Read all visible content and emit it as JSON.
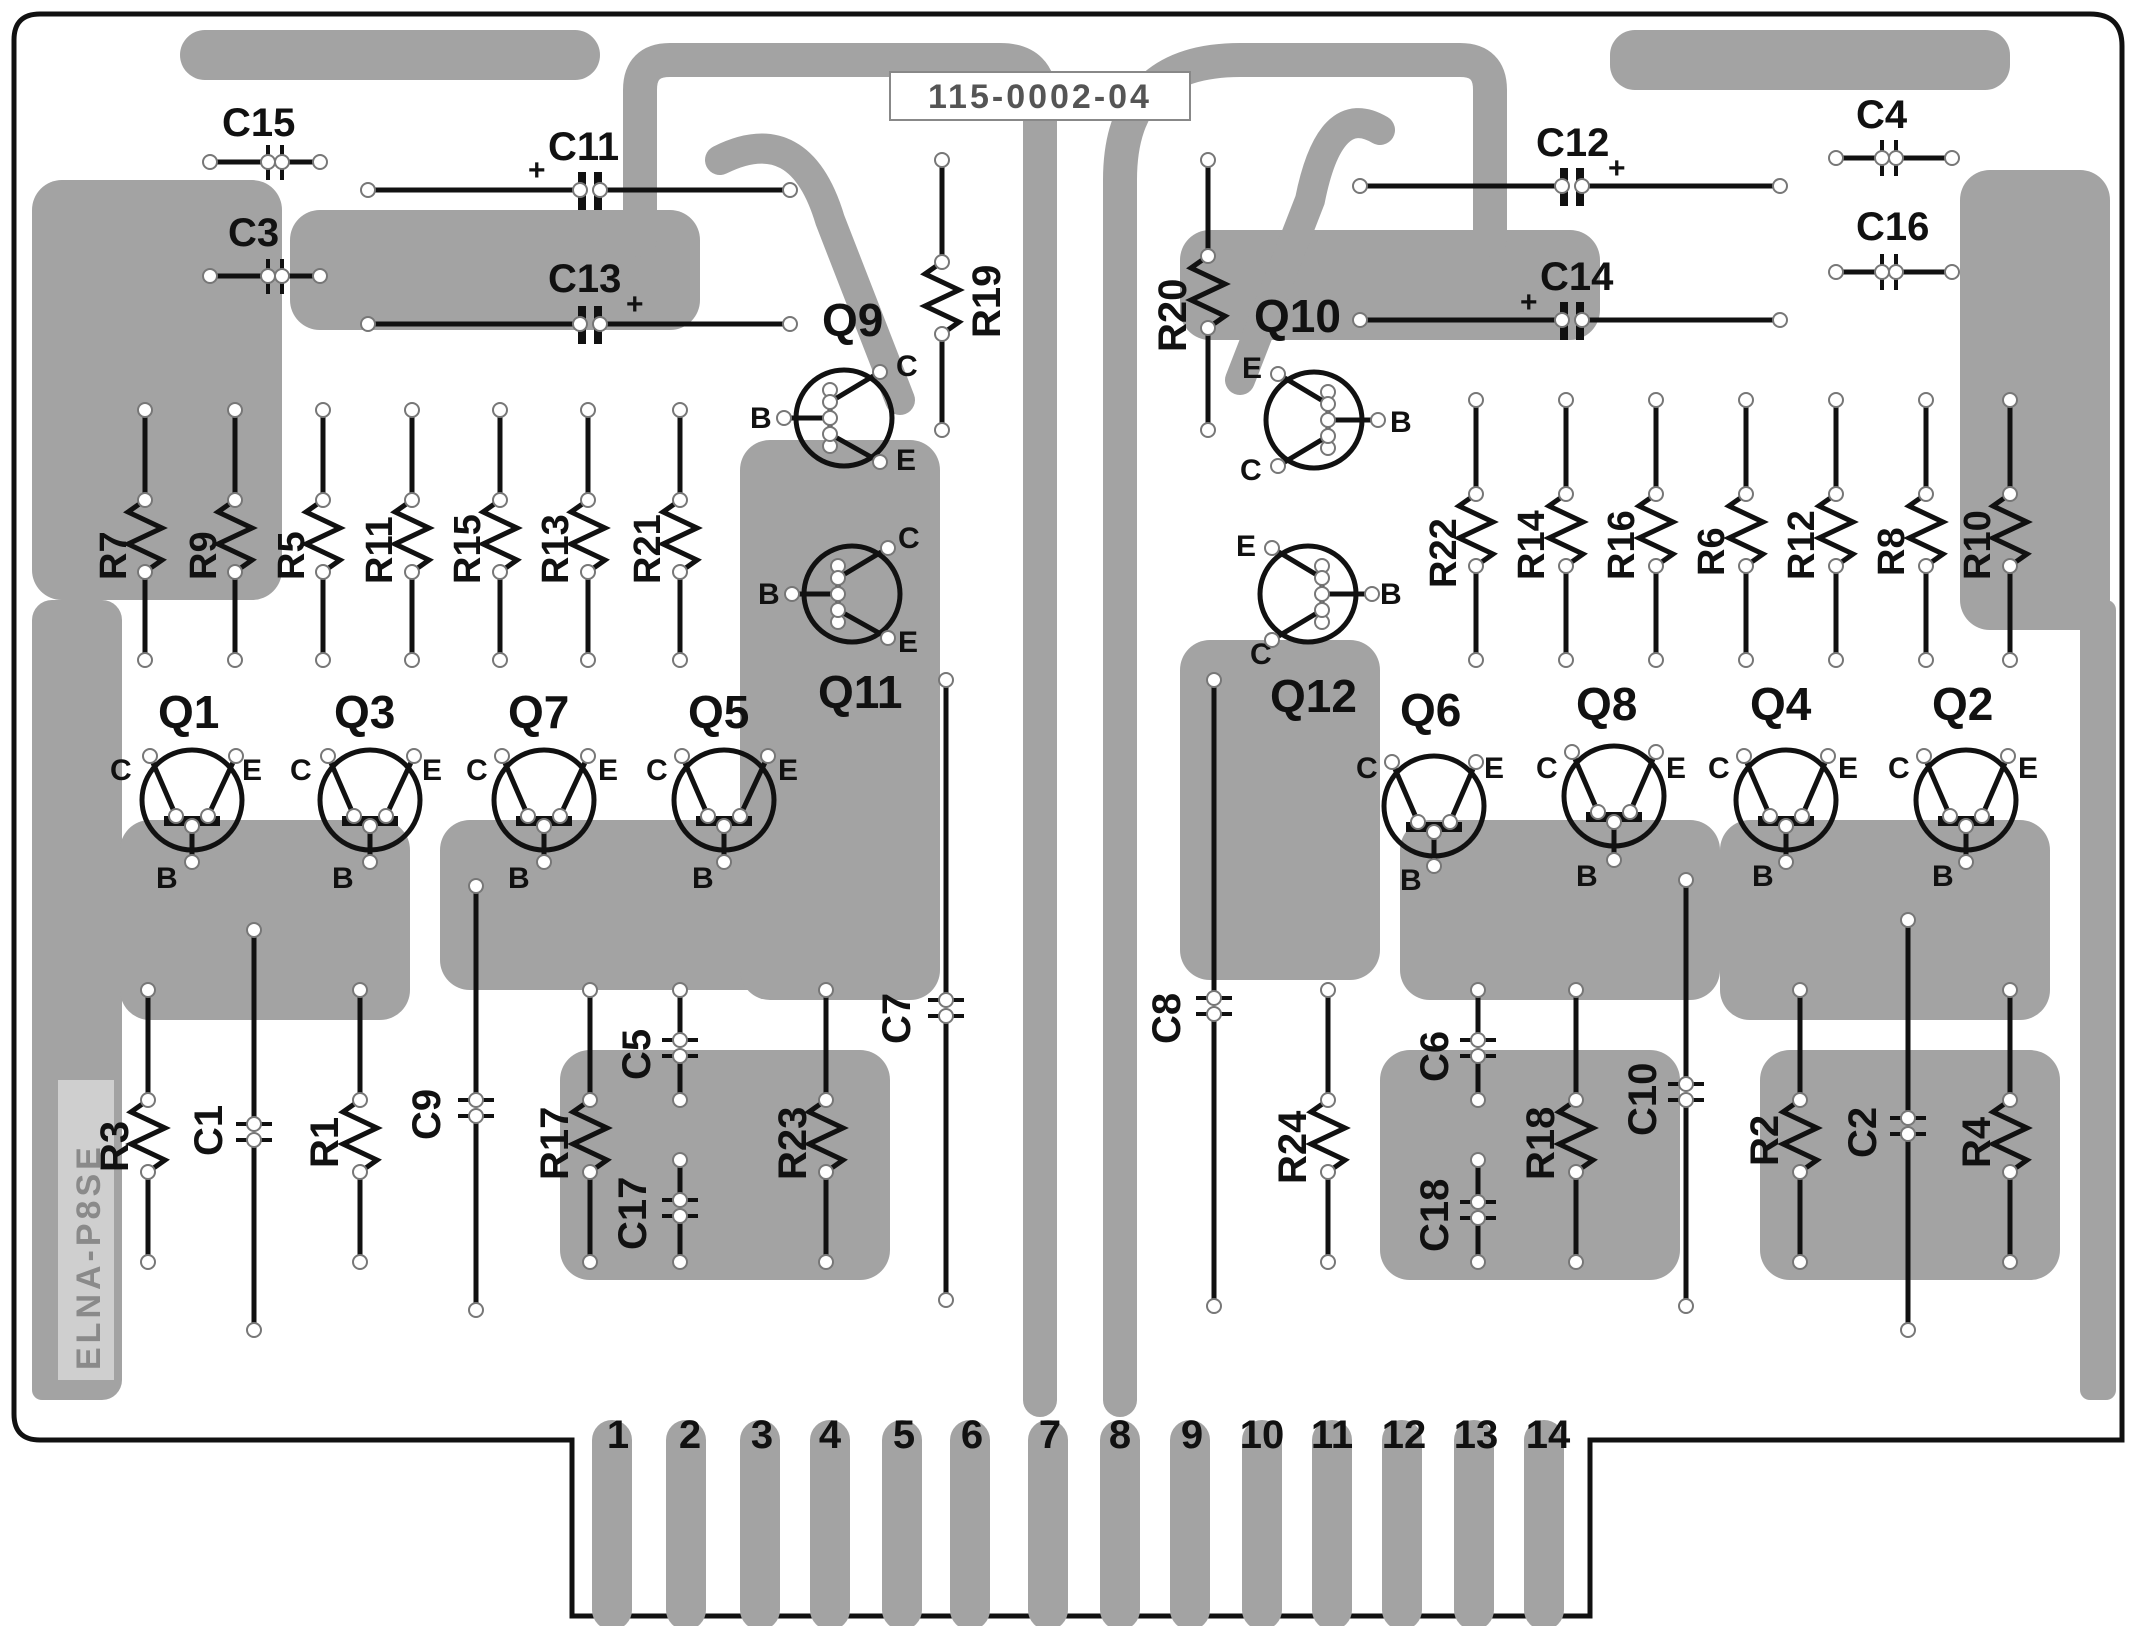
{
  "board": {
    "part_code": "115-0002-04",
    "brand_mark": "ELNA-P8SE",
    "colors": {
      "copper": "#a3a3a3",
      "ink": "#111111",
      "paper": "#ffffff"
    }
  },
  "connector_pins": [
    "1",
    "2",
    "3",
    "4",
    "5",
    "6",
    "7",
    "8",
    "9",
    "10",
    "11",
    "12",
    "13",
    "14"
  ],
  "transistors": [
    {
      "name": "Q1",
      "c": "C",
      "b": "B",
      "e": "E"
    },
    {
      "name": "Q3",
      "c": "C",
      "b": "B",
      "e": "E"
    },
    {
      "name": "Q7",
      "c": "C",
      "b": "B",
      "e": "E"
    },
    {
      "name": "Q5",
      "c": "C",
      "b": "B",
      "e": "E"
    },
    {
      "name": "Q9",
      "c": "C",
      "b": "B",
      "e": "E"
    },
    {
      "name": "Q11",
      "c": "C",
      "b": "B",
      "e": "E"
    },
    {
      "name": "Q10",
      "c": "C",
      "b": "B",
      "e": "E"
    },
    {
      "name": "Q12",
      "c": "C",
      "b": "B",
      "e": "E"
    },
    {
      "name": "Q6",
      "c": "C",
      "b": "B",
      "e": "E"
    },
    {
      "name": "Q8",
      "c": "C",
      "b": "B",
      "e": "E"
    },
    {
      "name": "Q4",
      "c": "C",
      "b": "B",
      "e": "E"
    },
    {
      "name": "Q2",
      "c": "C",
      "b": "B",
      "e": "E"
    }
  ],
  "resistors_upper_left": [
    "R7",
    "R9",
    "R5",
    "R11",
    "R15",
    "R13",
    "R21"
  ],
  "resistors_upper_right": [
    "R22",
    "R14",
    "R16",
    "R6",
    "R12",
    "R8",
    "R10"
  ],
  "resistors_other": [
    "R19",
    "R20",
    "R3",
    "R1",
    "R17",
    "R23",
    "R24",
    "R18",
    "R2",
    "R4"
  ],
  "capacitors": [
    "C15",
    "C3",
    "C11",
    "C13",
    "C12",
    "C14",
    "C4",
    "C16",
    "C1",
    "C9",
    "C5",
    "C17",
    "C7",
    "C8",
    "C6",
    "C18",
    "C10",
    "C2"
  ],
  "polarity_mark": "+"
}
